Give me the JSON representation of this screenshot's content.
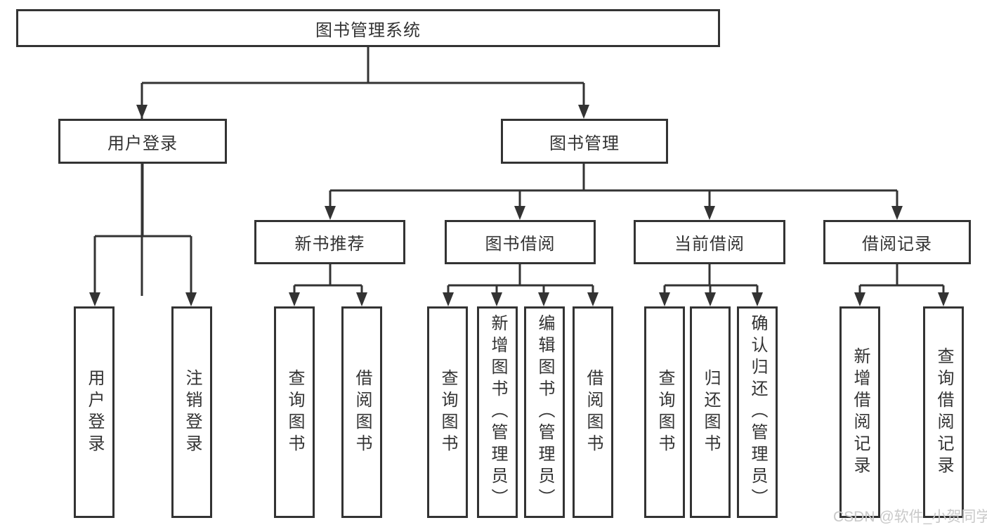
{
  "tree": {
    "label": "图书管理系统",
    "children": [
      {
        "label": "用户登录",
        "children": [
          {
            "label": "用户登录"
          },
          {
            "label": "注销登录"
          }
        ]
      },
      {
        "label": "图书管理",
        "children": [
          {
            "label": "新书推荐",
            "children": [
              {
                "label": "查询图书"
              },
              {
                "label": "借阅图书"
              }
            ]
          },
          {
            "label": "图书借阅",
            "children": [
              {
                "label": "查询图书"
              },
              {
                "label": "新增图书（管理员）"
              },
              {
                "label": "编辑图书（管理员）"
              },
              {
                "label": "借阅图书"
              }
            ]
          },
          {
            "label": "当前借阅",
            "children": [
              {
                "label": "查询图书"
              },
              {
                "label": "归还图书"
              },
              {
                "label": "确认归还（管理员）"
              }
            ]
          },
          {
            "label": "借阅记录",
            "children": [
              {
                "label": "新增借阅记录"
              },
              {
                "label": "查询借阅记录"
              }
            ]
          }
        ]
      }
    ]
  },
  "watermark": {
    "text": "CSDN @软件_小贺同学"
  },
  "colors": {
    "line": "#333333",
    "text": "#333333",
    "watermark": "#c9c9c9",
    "background": "#ffffff"
  }
}
